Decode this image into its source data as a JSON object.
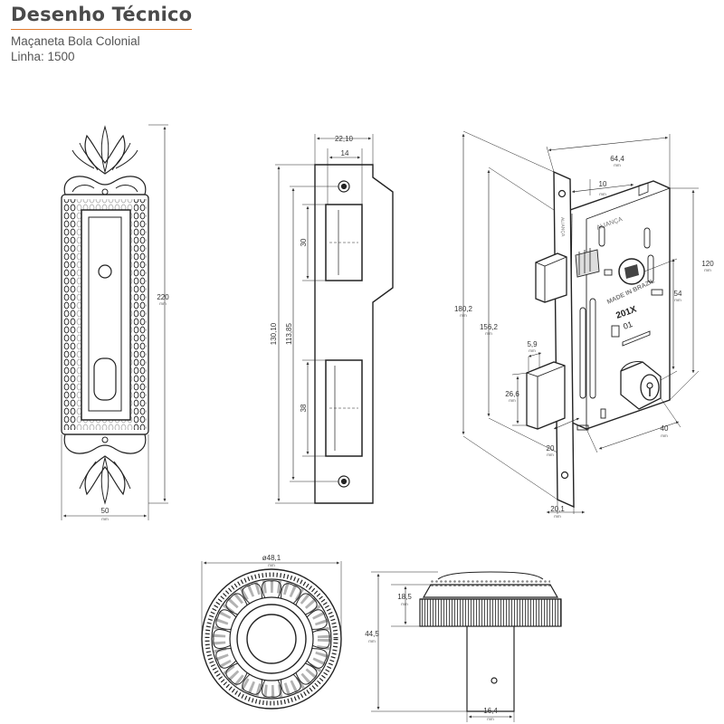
{
  "header": {
    "title": "Desenho Técnico",
    "subtitle": "Maçaneta Bola Colonial",
    "line": "Linha: 1500",
    "accent_color": "#e07a2e"
  },
  "unit": "mm",
  "escutcheon_plate": {
    "width": "50",
    "height": "220"
  },
  "strike_plate": {
    "width": "22,10",
    "inner_width": "14",
    "total_height": "130,10",
    "hole_spacing": "113,85",
    "upper_slot": "30",
    "lower_slot": "38"
  },
  "lock_body": {
    "backset_width": "64,4",
    "top_offset": "10",
    "faceplate_height": "180,2",
    "body_height": "156,2",
    "right_height": "120",
    "spindle_to_cylinder": "54",
    "latch_width": "5,9",
    "bolt_height": "26,6",
    "bottom_offset": "20",
    "cylinder_backset": "40",
    "faceplate_width": "20,1",
    "stamp_brand": "ALIANÇA",
    "stamp_model": "201X",
    "stamp_country": "MADE IN BRAZIL",
    "stamp_code": "01"
  },
  "rosette": {
    "diameter": "ø48,1",
    "knob_height": "18,5",
    "total_height": "44,5",
    "stem_width": "16,4"
  }
}
